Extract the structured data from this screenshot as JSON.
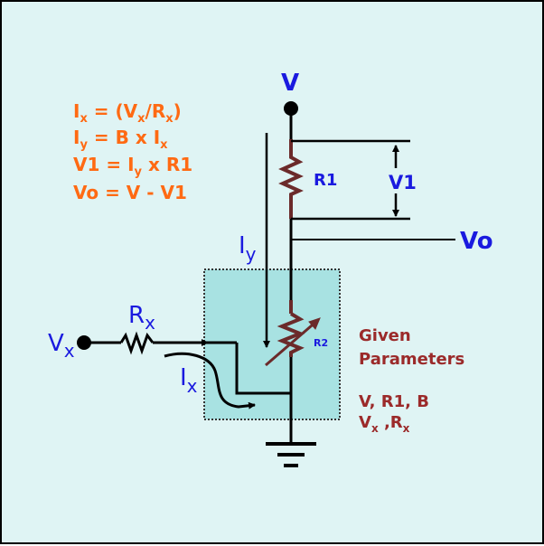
{
  "equations": {
    "line1": {
      "a": "I",
      "a_sub": "x",
      "b": " = (V",
      "b_sub": "x",
      "c": "/R",
      "c_sub": "x",
      "d": ")"
    },
    "line2": {
      "a": "I",
      "a_sub": "y",
      "b": " = B x I",
      "b_sub": "x"
    },
    "line3": {
      "a": "V1 = I",
      "a_sub": "y",
      "b": " x R1"
    },
    "line4": "Vo = V - V1"
  },
  "labels": {
    "v_top": "V",
    "r1": "R1",
    "v1": "V1",
    "vo": "Vo",
    "iy": {
      "main": "I",
      "sub": "y"
    },
    "rx": {
      "main": "R",
      "sub": "x"
    },
    "vx": {
      "main": "V",
      "sub": "x"
    },
    "ix": {
      "main": "I",
      "sub": "x"
    },
    "r2": "R2"
  },
  "given": {
    "title1": "Given",
    "title2": "Parameters",
    "list1": "V, R1, B",
    "list2": {
      "a": "V",
      "a_sub": "x",
      "b": " ,R",
      "b_sub": "x"
    }
  },
  "colors": {
    "background": "#dff4f4",
    "box_fill": "#a8e2e2",
    "equation_text": "#ff6a13",
    "label_blue": "#1a1adf",
    "resistor": "#6b2a2a",
    "given_text": "#9b2a2a"
  }
}
